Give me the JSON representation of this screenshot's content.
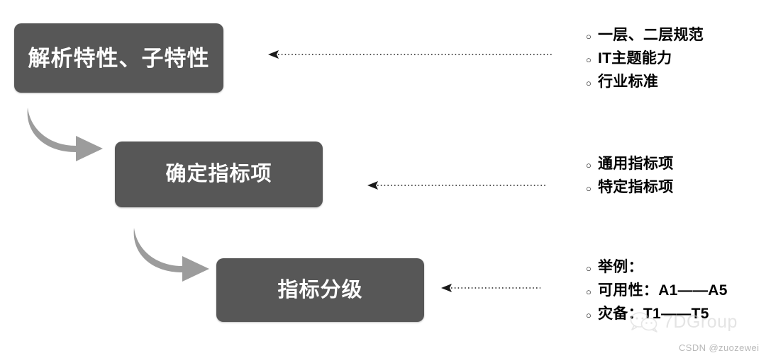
{
  "diagram": {
    "type": "flow",
    "boxes": [
      {
        "id": "box-1",
        "label": "解析特性、子特性"
      },
      {
        "id": "box-2",
        "label": "确定指标项"
      },
      {
        "id": "box-3",
        "label": "指标分级"
      }
    ],
    "box_fill_color": "#575757",
    "box_text_color": "#ffffff",
    "arrow_color": "#9c9c9c",
    "connector_color": "#1a1a1a",
    "connectors": [
      {
        "id": "connector-1",
        "from": "annotations-1",
        "to": "box-1",
        "style": "dotted",
        "arrow": "left"
      },
      {
        "id": "connector-2",
        "from": "annotations-2",
        "to": "box-2",
        "style": "dotted",
        "arrow": "left"
      },
      {
        "id": "connector-3",
        "from": "annotations-3",
        "to": "box-3",
        "style": "dotted",
        "arrow": "left"
      }
    ],
    "annotations": [
      {
        "id": "annotations-1",
        "bullet": "○",
        "items": [
          "一层、二层规范",
          "IT主题能力",
          "行业标准"
        ]
      },
      {
        "id": "annotations-2",
        "bullet": "○",
        "items": [
          "通用指标项",
          "特定指标项"
        ]
      },
      {
        "id": "annotations-3",
        "bullet": "○",
        "items": [
          "举例：",
          "可用性：A1——A5",
          "灾备：T1——T5"
        ]
      }
    ]
  },
  "watermark": {
    "logo_name": "wechat-logo",
    "text": "7DGroup",
    "credit": "CSDN @zuozewei"
  }
}
